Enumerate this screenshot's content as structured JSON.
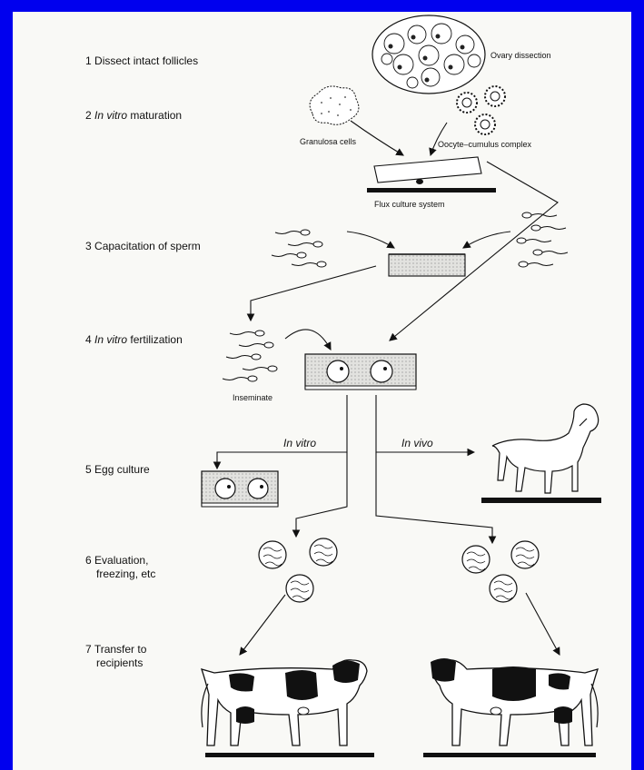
{
  "border_color": "#0000ee",
  "paper_color": "#f9f9f6",
  "steps": [
    {
      "num": "1",
      "text": "Dissect intact follicles"
    },
    {
      "num": "2",
      "italic": "In vitro",
      "text": " maturation"
    },
    {
      "num": "3",
      "text": "Capacitation of sperm"
    },
    {
      "num": "4",
      "italic": "In vitro",
      "text": " fertilization"
    },
    {
      "num": "5",
      "text": "Egg culture"
    },
    {
      "num": "6",
      "text": "Evaluation,",
      "text2": "freezing, etc"
    },
    {
      "num": "7",
      "text": "Transfer to",
      "text2": "recipients"
    }
  ],
  "labels": {
    "ovary": "Ovary dissection",
    "granulosa": "Granulosa cells",
    "oocyte": "Oocyte–cumulus complex",
    "flux": "Flux culture system",
    "inseminate": "Inseminate",
    "in_vitro": "In vitro",
    "in_vivo": "In vivo"
  }
}
